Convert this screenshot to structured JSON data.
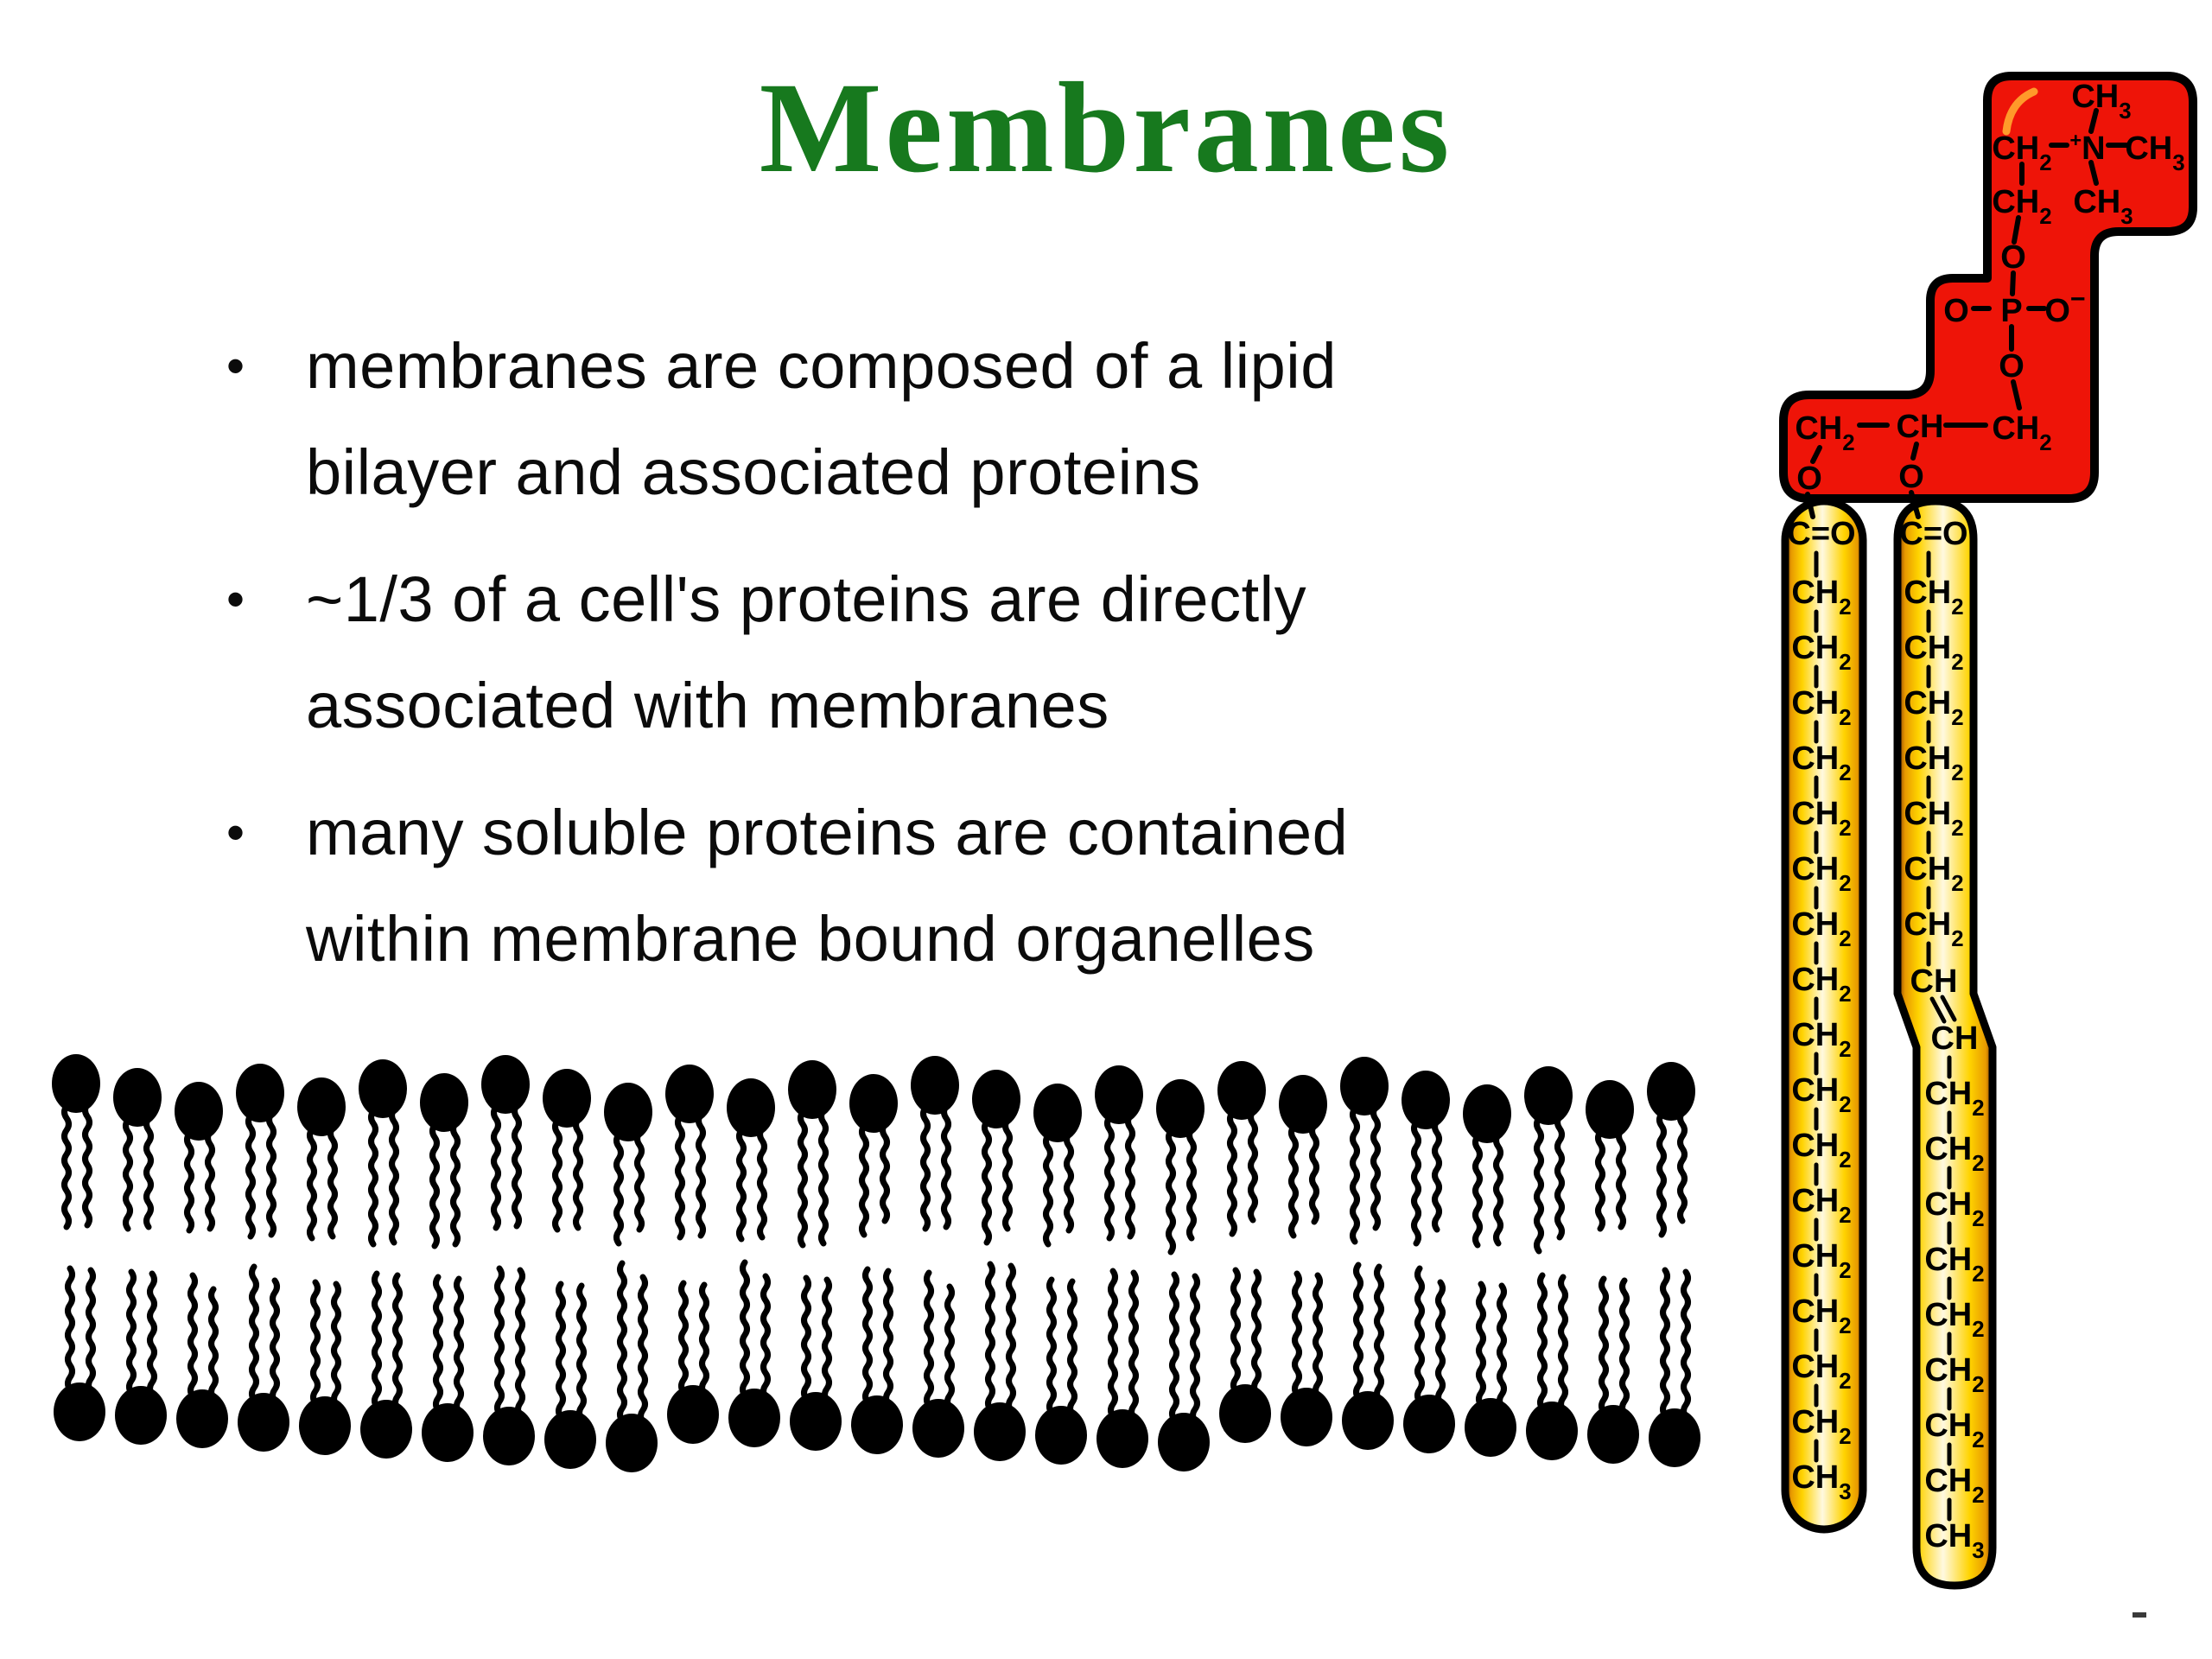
{
  "slide": {
    "title": "Membranes",
    "title_color": "#17791e",
    "bullet_marker": "•",
    "bullets": [
      {
        "lines": [
          "membranes are composed of a lipid",
          "bilayer and associated proteins"
        ]
      },
      {
        "lines": [
          "~1/3 of a cell's proteins are directly",
          "associated with membranes"
        ]
      },
      {
        "lines": [
          "many soluble proteins are contained",
          "within membrane bound organelles"
        ]
      }
    ]
  },
  "figure": {
    "phospholipid": {
      "colors": {
        "head_red": "#ee1408",
        "outline": "#000000",
        "tail_yellow": "#ffd300",
        "tail_pale_center": "#fff9e0",
        "tail_edge_brown": "#7a3000",
        "highlight_orange": "#ff9a2a",
        "label_color": "#000000"
      },
      "head_labels": {
        "n_top": "CH3",
        "n_left": "CH2",
        "n": "+N",
        "n_right": "CH3",
        "n_bottom": "CH3",
        "c2": "CH2",
        "o1": "O",
        "p_left": "O",
        "p": "P",
        "p_right": "O-",
        "o2": "O",
        "g_left": "CH2",
        "g_mid": "CH",
        "g_right": "CH2",
        "o3": "O",
        "o4": "O"
      },
      "left_chain": [
        "C=O",
        "CH2",
        "CH2",
        "CH2",
        "CH2",
        "CH2",
        "CH2",
        "CH2",
        "CH2",
        "CH2",
        "CH2",
        "CH2",
        "CH2",
        "CH2",
        "CH2",
        "CH2",
        "CH2",
        "CH3"
      ],
      "right_chain": [
        "C=O",
        "CH2",
        "CH2",
        "CH2",
        "CH2",
        "CH2",
        "CH2",
        "CH2",
        "CH",
        "CH",
        "CH2",
        "CH2",
        "CH2",
        "CH2",
        "CH2",
        "CH2",
        "CH2",
        "CH2",
        "CH3"
      ]
    },
    "bilayer": {
      "type": "lipid-bilayer-diagram",
      "top_row_count": 27,
      "bottom_row_count": 27,
      "color": "#000000"
    },
    "corner_dash": "-"
  }
}
